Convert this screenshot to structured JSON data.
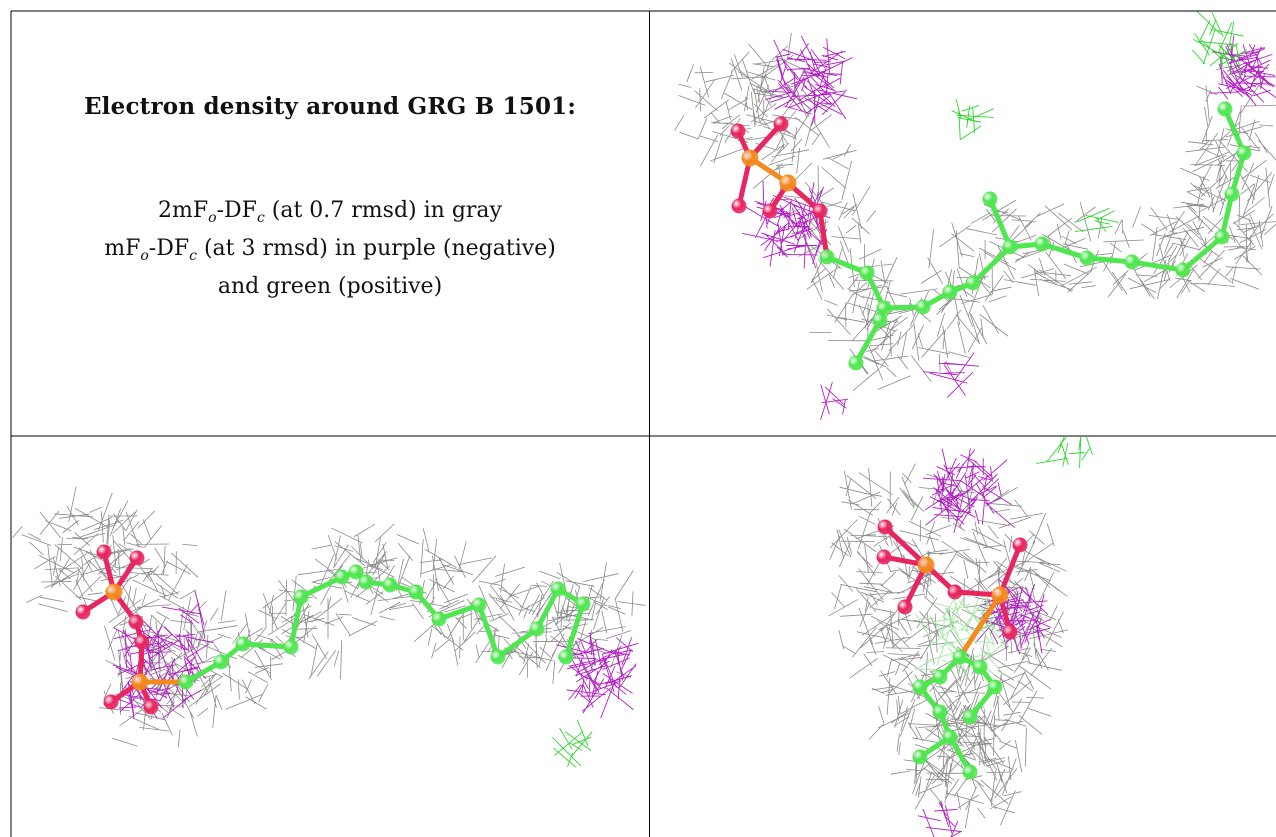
{
  "caption": {
    "title": "Electron density around GRG B 1501:",
    "line1": {
      "a": "2mF",
      "o": "o",
      "b": "-DF",
      "c": "c",
      "rest": " (at 0.7 rmsd) in gray"
    },
    "line2": {
      "a": "mF",
      "o": "o",
      "b": "-DF",
      "c": "c",
      "rest": " (at 3 rmsd) in purple (negative)"
    },
    "line3": "and green (positive)"
  },
  "views": [
    {
      "name": "ligand-view-1"
    },
    {
      "name": "ligand-view-2"
    },
    {
      "name": "ligand-view-3"
    }
  ],
  "colors": {
    "mesh_2fofc": "#8a8a8a",
    "mesh_negative": "#b21ec4",
    "mesh_positive": "#2ed62e",
    "carbon": "#4fe64f",
    "phosphorus": "#f28a1c",
    "oxygen": "#e8255f",
    "border": "#000000"
  }
}
